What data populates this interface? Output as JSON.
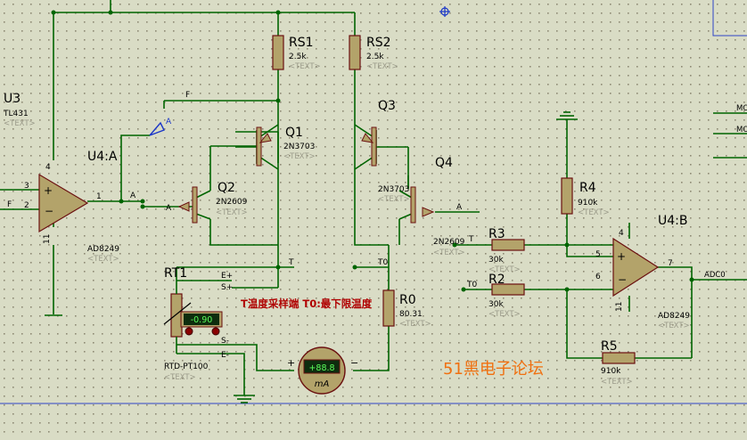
{
  "colors": {
    "background": "#d9dcc5",
    "grid_dot": "#8e8a74",
    "wire": "#006400",
    "body": "#b3a36a",
    "body_stroke": "#6b1010",
    "label": "#000000",
    "text_placeholder": "#9b9b8a",
    "annotation": "#b00000",
    "watermark": "#f07010",
    "probe": "#1a36c8",
    "border": "#2f45c8"
  },
  "components": {
    "u3": {
      "ref": "U3",
      "part": "TL431",
      "text": "<TEXT>"
    },
    "u4a": {
      "ref": "U4:A",
      "part": "AD8249",
      "text": "<TEXT>",
      "pins": {
        "p4": "4",
        "p3": "3",
        "p2": "2",
        "p1": "1",
        "p11": "11"
      }
    },
    "u4b": {
      "ref": "U4:B",
      "part": "AD8249",
      "text": "<TEXT>",
      "pins": {
        "p4": "4",
        "p5": "5",
        "p6": "6",
        "p7": "7",
        "p11": "11"
      }
    },
    "rs1": {
      "ref": "RS1",
      "value": "2.5k",
      "text": "<TEXT>"
    },
    "rs2": {
      "ref": "RS2",
      "value": "2.5k",
      "text": "<TEXT>"
    },
    "q1": {
      "ref": "Q1",
      "part": "2N3703",
      "text": "<TEXT>"
    },
    "q2": {
      "ref": "Q2",
      "part": "2N2609",
      "text": "<TEXT>"
    },
    "q3": {
      "ref": "Q3",
      "part": "2N3703",
      "text": "<TEXT>"
    },
    "q4": {
      "ref": "Q4",
      "part": "2N2609",
      "text": "<TEXT>"
    },
    "r0": {
      "ref": "R0",
      "value": "80.31",
      "text": "<TEXT>"
    },
    "r2": {
      "ref": "R2",
      "value": "30k",
      "text": "<TEXT>"
    },
    "r3": {
      "ref": "R3",
      "value": "30k",
      "text": "<TEXT>"
    },
    "r4": {
      "ref": "R4",
      "value": "910k",
      "text": "<TEXT>"
    },
    "r5": {
      "ref": "R5",
      "value": "910k",
      "text": "<TEXT>"
    },
    "rt1": {
      "ref": "RT1",
      "part": "RTD-PT100",
      "text": "<TEXT>",
      "reading": "-0.90",
      "pins": {
        "ep": "E+",
        "sp": "S+",
        "sm": "S-",
        "em": "E-"
      }
    },
    "ammeter": {
      "reading": "+88.8",
      "unit": "mA",
      "plus": "+",
      "minus": "−"
    }
  },
  "nets": {
    "a": "A",
    "f": "F",
    "t": "T",
    "t0": "T0",
    "adc0": "ADC0",
    "edge_right_1": "MO",
    "edge_right_2": "MO"
  },
  "annotation": "T温度采样端 T0:最下限温度",
  "watermark": "51黑电子论坛"
}
